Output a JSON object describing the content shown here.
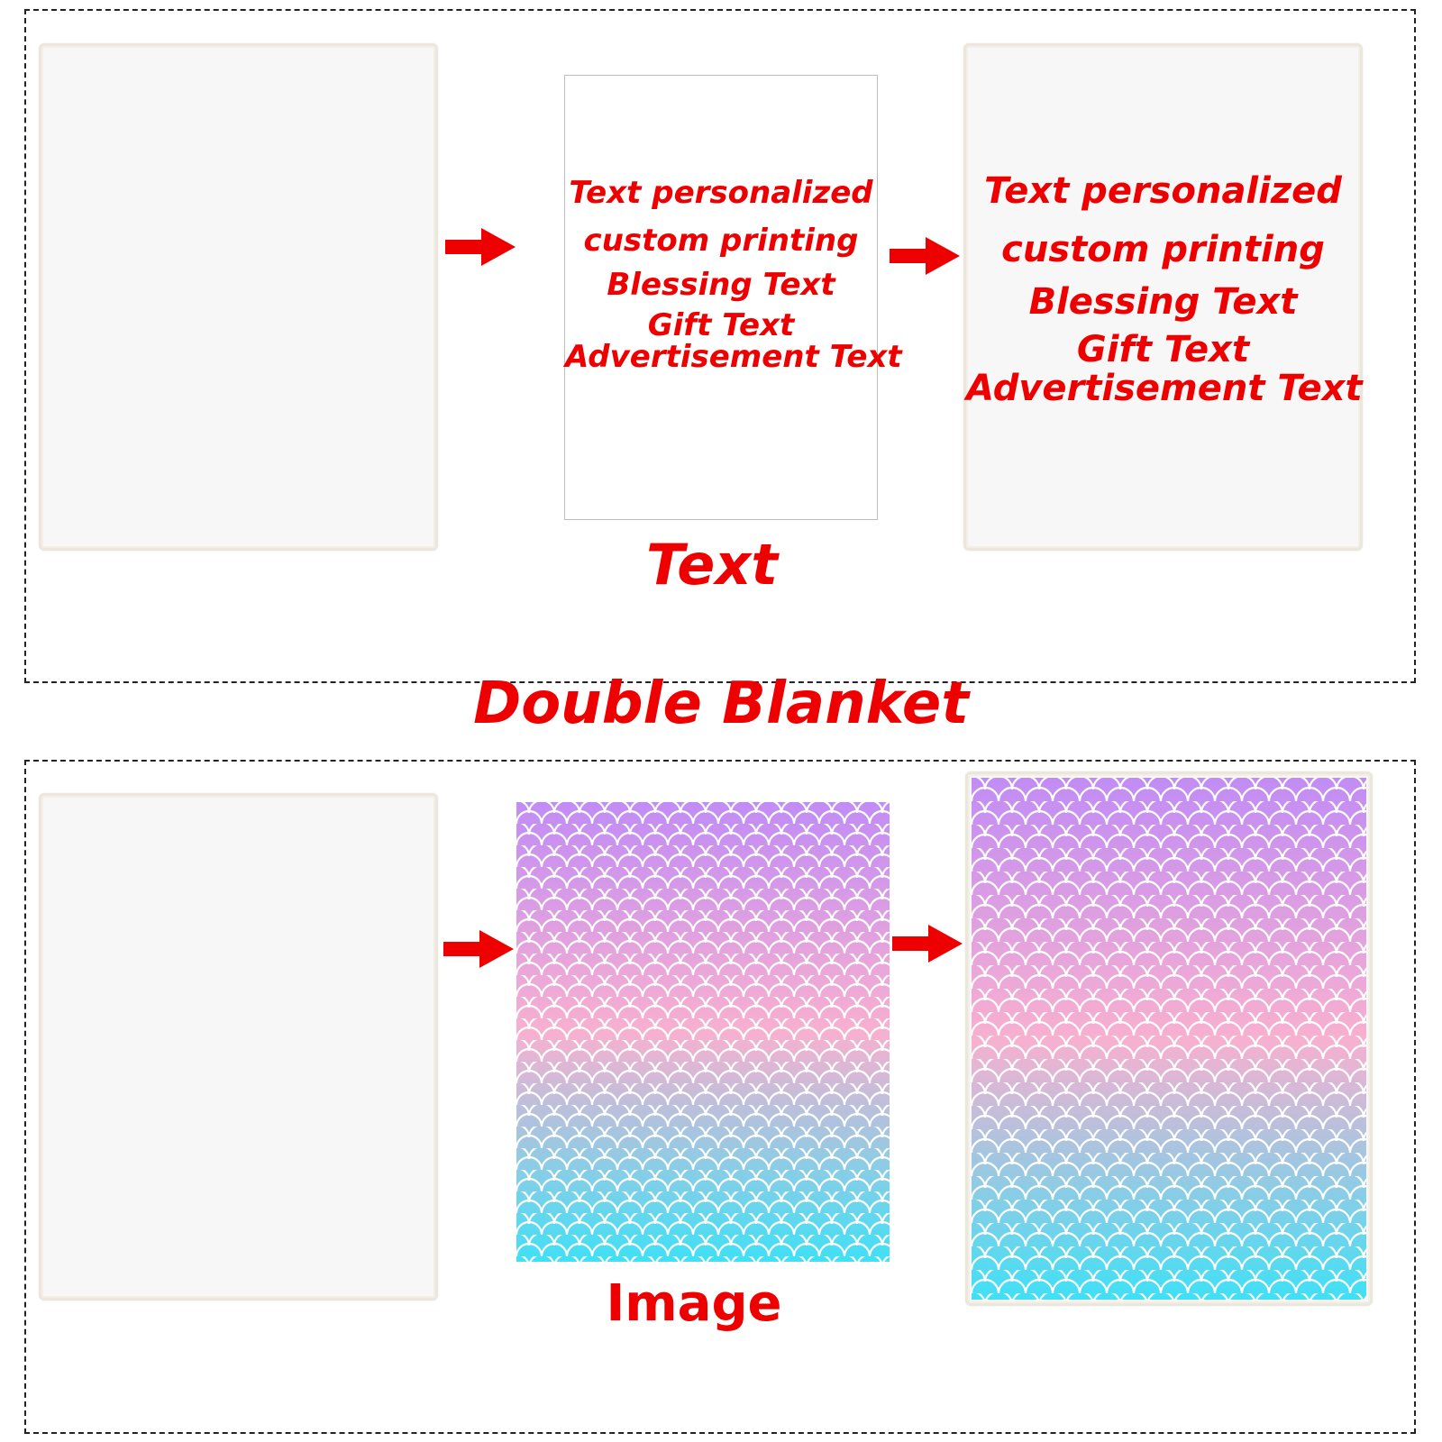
{
  "top_section": {
    "text_lines": [
      "Text personalized",
      "custom printing",
      "Blessing Text",
      "Gift Text",
      "Advertisement Text"
    ],
    "caption": "Text"
  },
  "title": "Double Blanket",
  "bottom_section": {
    "caption": "Image"
  },
  "colors": {
    "accent": "#ee0000",
    "gradient_top": "#c18cf5",
    "gradient_mid": "#f8b0cf",
    "gradient_bottom": "#3fe0f5",
    "dashed_border": "#222222"
  },
  "icons": [
    "right-arrow-icon"
  ]
}
